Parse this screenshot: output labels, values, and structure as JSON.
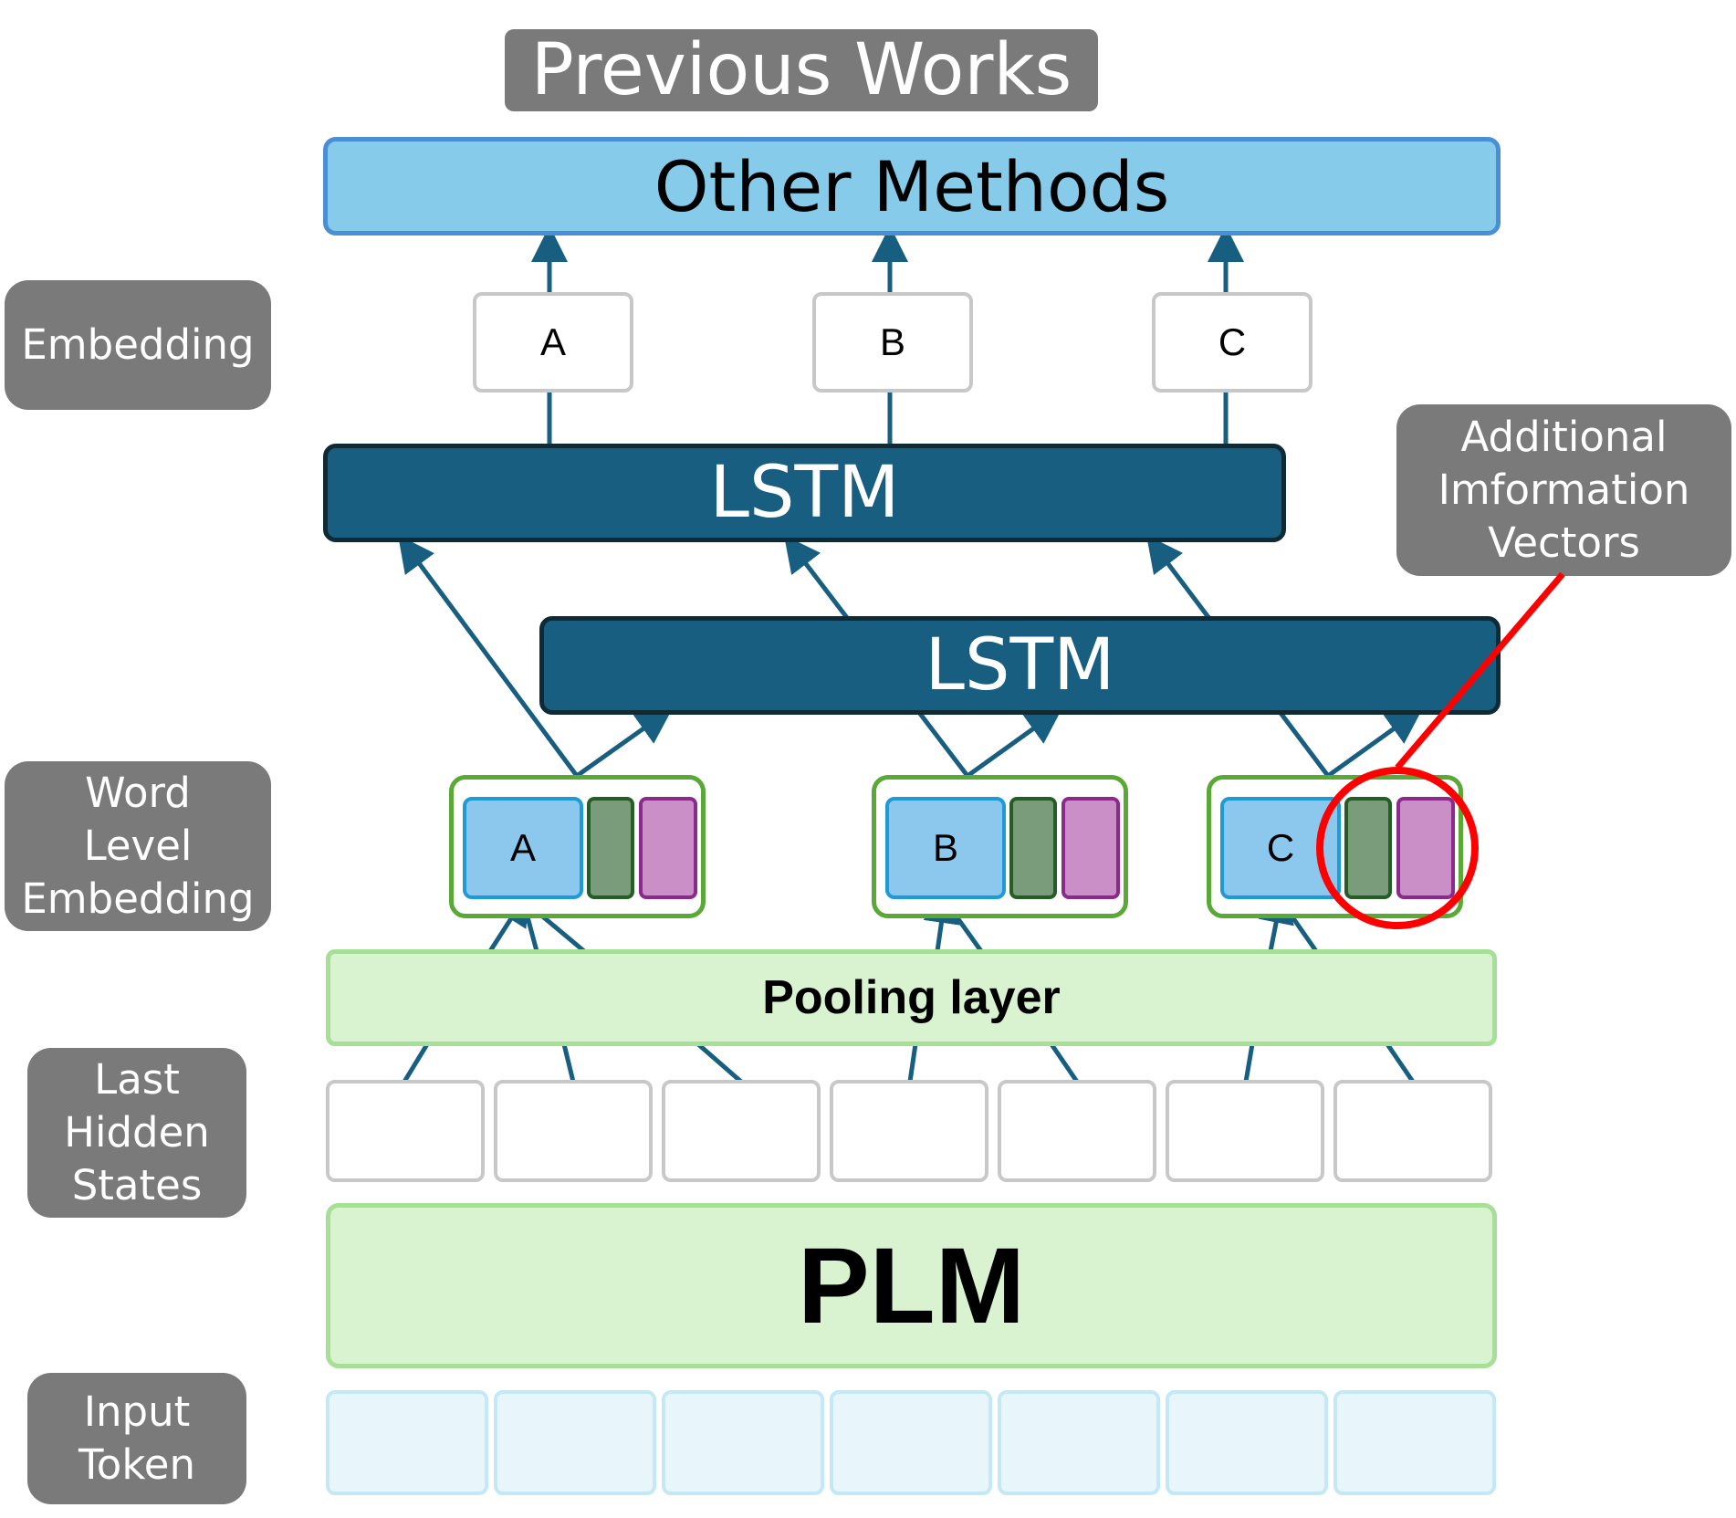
{
  "header": {
    "title": "Previous Works"
  },
  "other_methods": {
    "label": "Other Methods"
  },
  "row_labels": {
    "embedding": "Embedding",
    "word_level_embedding": [
      "Word",
      "Level",
      "Embedding"
    ],
    "last_hidden_states": [
      "Last",
      "Hidden",
      "States"
    ],
    "input_token": [
      "Input",
      "Token"
    ]
  },
  "callout": {
    "lines": [
      "Additional",
      "Imformation",
      "Vectors"
    ]
  },
  "lstm_top": {
    "label": "LSTM"
  },
  "lstm_bottom": {
    "label": "LSTM"
  },
  "embeddings": [
    "A",
    "B",
    "C"
  ],
  "word_embeddings": [
    "A",
    "B",
    "C"
  ],
  "pooling": {
    "label": "Pooling layer"
  },
  "plm": {
    "label": "PLM"
  },
  "colors": {
    "arrow": "#175e80",
    "highlight": "#ff0000",
    "gray_label": "#7a7a7a",
    "lstm": "#175e80",
    "other_methods": "#86cbea"
  }
}
